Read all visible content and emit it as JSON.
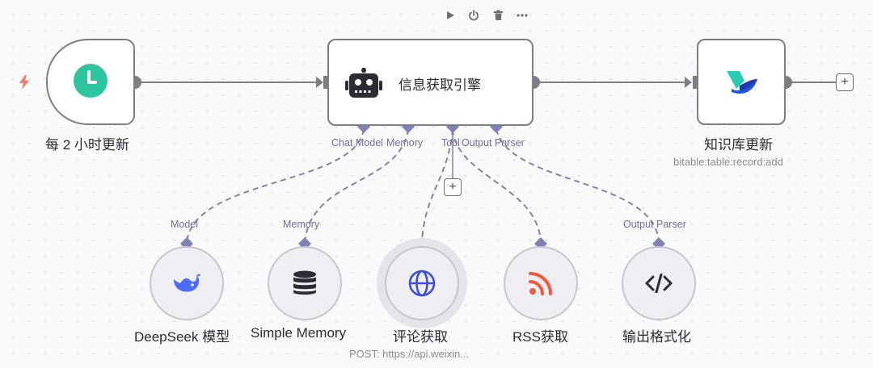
{
  "workflow": {
    "toolbar": {
      "run": "play-icon",
      "power": "power-icon",
      "delete": "trash-icon",
      "more": "more-icon"
    },
    "trigger": {
      "name": "每 2 小时更新",
      "icon": "clock-icon",
      "color": "#2ec4a0"
    },
    "agent": {
      "title": "信息获取引擎",
      "icon": "robot-icon",
      "ports": [
        "Chat Model",
        "Memory",
        "Tool",
        "Output Parser"
      ]
    },
    "knowledge_base": {
      "name": "知识库更新",
      "subtitle": "bitable:table:record:add",
      "icon": "feishu-bitable-icon"
    },
    "sub_nodes": [
      {
        "name": "DeepSeek 模型",
        "port_label": "Model",
        "icon": "deepseek-whale-icon"
      },
      {
        "name": "Simple Memory",
        "port_label": "Memory",
        "icon": "database-icon"
      },
      {
        "name": "评论获取",
        "port_label": "",
        "icon": "globe-icon",
        "subtitle": "POST: https://api.weixin..."
      },
      {
        "name": "RSS获取",
        "port_label": "",
        "icon": "rss-icon"
      },
      {
        "name": "输出格式化",
        "port_label": "Output Parser",
        "icon": "code-icon"
      }
    ],
    "add_label": "+"
  }
}
